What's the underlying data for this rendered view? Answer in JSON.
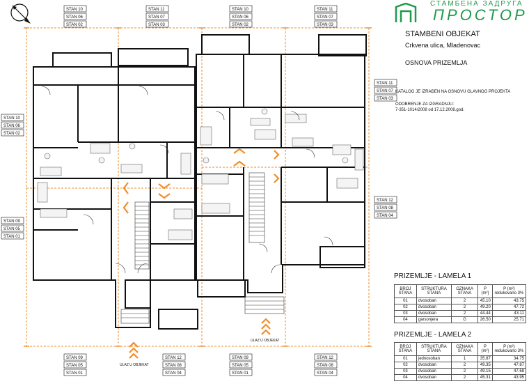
{
  "brand": {
    "top_text": "СТАМБЕНА ЗАДРУГА",
    "name": "ПРОСТОР",
    "logo_color": "#1f9a4b"
  },
  "header": {
    "title": "STAMBENI OBJEKAT",
    "address": "Crkvena ulica, Mladenovac",
    "plan_name": "OSNOVA PRIZEMLJA",
    "note": "KATALOG JE IZRAĐEN NA OSNOVU GLAVNOG PROJEKTA",
    "approval_line1": "ODOBRENJE ZA IZGRADNJU:",
    "approval_line2": "7-351-1014/2008 od 17.12.2008.god."
  },
  "stan_groups": {
    "top_1": [
      "STAN 10",
      "STAN 06",
      "STAN 02"
    ],
    "top_2": [
      "STAN 11",
      "STAN 07",
      "STAN 03"
    ],
    "top_3": [
      "STAN 10",
      "STAN 06",
      "STAN 02"
    ],
    "top_4": [
      "STAN 11",
      "STAN 07",
      "STAN 03"
    ],
    "left_1": [
      "STAN 10",
      "STAN 06",
      "STAN 02"
    ],
    "left_2": [
      "STAN 09",
      "STAN 05",
      "STAN 01"
    ],
    "right_1": [
      "STAN 11",
      "STAN 07",
      "STAN 03"
    ],
    "right_2": [
      "STAN 12",
      "STAN 08",
      "STAN 04"
    ],
    "bottom_1": [
      "STAN 09",
      "STAN 05",
      "STAN 01"
    ],
    "bottom_2": [
      "STAN 12",
      "STAN 08",
      "STAN 04"
    ],
    "bottom_3": [
      "STAN 09",
      "STAN 05",
      "STAN 01"
    ],
    "bottom_4": [
      "STAN 12",
      "STAN 08",
      "STAN 04"
    ]
  },
  "entrances": {
    "left": "ULAZ U OBJEKAT",
    "right": "ULAZ U OBJEKAT"
  },
  "colors": {
    "walls": "#111111",
    "dimension_lines": "#f28c28",
    "arrows": "#f28c28",
    "fixtures": "#666666"
  },
  "lamela1": {
    "title": "PRIZEMLJE - LAMELA 1",
    "headers": [
      "BROJ STANA",
      "STRUKTURA STANA",
      "OZNAKA STANA",
      "P (m²)",
      "P (m²) redukovano 3%"
    ],
    "rows": [
      [
        "01",
        "dvosoban",
        "2",
        "45.10",
        "43.75"
      ],
      [
        "02",
        "dvosoban",
        "2",
        "49.20",
        "47.72"
      ],
      [
        "03",
        "dvosoban",
        "2",
        "44.44",
        "43.11"
      ],
      [
        "04",
        "garsonjera",
        "G",
        "26.50",
        "25.71"
      ]
    ]
  },
  "lamela2": {
    "title": "PRIZEMLJE - LAMELA 2",
    "headers": [
      "BROJ STANA",
      "STRUKTURA STANA",
      "OZNAKA STANA",
      "P (m²)",
      "P (m²) redukovano 3%"
    ],
    "rows": [
      [
        "01",
        "jednosoban",
        "1",
        "35.87",
        "34.75"
      ],
      [
        "02",
        "dvosoban",
        "2",
        "49.35",
        "47.87"
      ],
      [
        "03",
        "dvosoban",
        "2",
        "49.15",
        "47.68"
      ],
      [
        "04",
        "dvosoban",
        "2",
        "45.31",
        "43.95"
      ]
    ]
  }
}
